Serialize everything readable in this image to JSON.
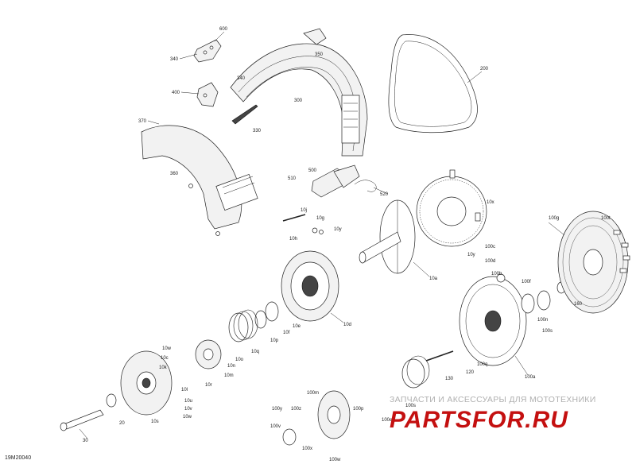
{
  "diagram": {
    "code": "19M20040",
    "labels": {
      "l600": "600",
      "l340a": "340",
      "l400": "400",
      "l340b": "340",
      "l350": "350",
      "l300": "300",
      "l330": "330",
      "l200": "200",
      "l370": "370",
      "l360": "360",
      "l510": "510",
      "l500": "500",
      "l520": "520",
      "l10j": "10j",
      "l10g": "10g",
      "l10y": "10y",
      "l10h": "10h",
      "l10x": "10x",
      "l10y2": "10y",
      "l10a": "10a",
      "l100g": "100g",
      "l100t": "100t",
      "l100c": "100c",
      "l100d": "100d",
      "l100b": "100b",
      "l100f": "100f",
      "l160": "160",
      "l100n": "100n",
      "l100s": "100s",
      "l10d": "10d",
      "l10e": "10e",
      "l10f": "10f",
      "l10p": "10p",
      "l10q": "10q",
      "l10o": "10o",
      "l10n": "10n",
      "l10m": "10m",
      "l10r": "10r",
      "l10w": "10w",
      "l10c": "10c",
      "l10k": "10k",
      "l10l": "10l",
      "l10u": "10u",
      "l10v": "10v",
      "l10w2": "10w",
      "l10s": "10s",
      "l20": "20",
      "l30": "30",
      "l130": "130",
      "l120": "120",
      "l100q": "100q",
      "l100a": "100a",
      "l100m": "100m",
      "l100e": "100e",
      "l100s2": "100s",
      "l100y": "100y",
      "l100z": "100z",
      "l100x": "100x",
      "l100v": "100v",
      "l100w": "100w",
      "l100p": "100p"
    }
  },
  "watermark": {
    "top": "ЗАПЧАСТИ И АКСЕССУАРЫ ДЛЯ МОТОТЕХНИКИ",
    "brand": "PARTSFOR.RU"
  },
  "colors": {
    "brand": "#c41010",
    "line": "#222222"
  }
}
